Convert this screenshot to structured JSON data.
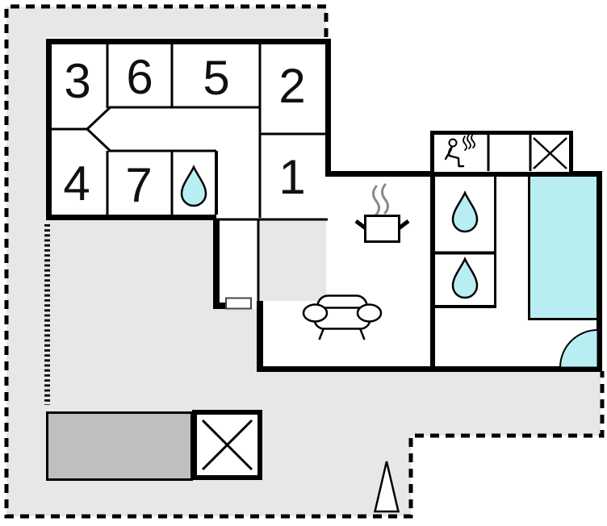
{
  "plan": {
    "type": "holiday-house-floor-plan",
    "room_labels": {
      "r1": "1",
      "r2": "2",
      "r3": "3",
      "r4": "4",
      "r5": "5",
      "r6": "6",
      "r7": "7"
    }
  },
  "colors": {
    "plot_bg": "#e7e7e7",
    "carport_fill": "#bfbfbf",
    "water_cyan": "#b8eef2",
    "wall_black": "#000000",
    "steam_gray": "#8a8a8a"
  },
  "icons": {
    "bathroom": "water-drop-icon",
    "sauna": "sauna-steam-icon",
    "kitchen": "cooking-pot-icon",
    "living": "sofa-icon",
    "bed": "double-bed",
    "door": "door-swing-arc",
    "tree": "tree-icon",
    "utility": "crossed-box-icon",
    "carport": "carport-rect",
    "fence": "dotted-fence-line",
    "boundary": "dashed-plot-boundary"
  }
}
